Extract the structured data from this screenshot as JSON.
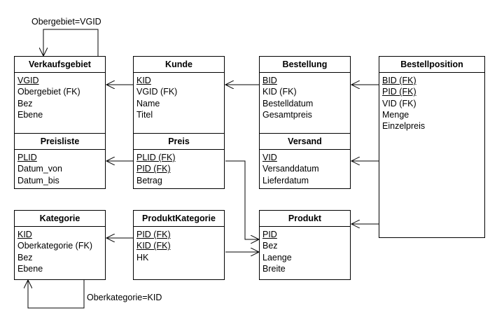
{
  "entities": [
    {
      "id": "verkaufsgebiet",
      "title": "Verkaufsgebiet",
      "attrs": [
        {
          "text": "VGID",
          "pk": true
        },
        {
          "text": "Obergebiet (FK)",
          "pk": false
        },
        {
          "text": "Bez",
          "pk": false
        },
        {
          "text": "Ebene",
          "pk": false
        }
      ]
    },
    {
      "id": "kunde",
      "title": "Kunde",
      "attrs": [
        {
          "text": "KID",
          "pk": true
        },
        {
          "text": "VGID (FK)",
          "pk": false
        },
        {
          "text": "Name",
          "pk": false
        },
        {
          "text": "Titel",
          "pk": false
        }
      ]
    },
    {
      "id": "bestellung",
      "title": "Bestellung",
      "attrs": [
        {
          "text": "BID",
          "pk": true
        },
        {
          "text": "KID (FK)",
          "pk": false
        },
        {
          "text": "Bestelldatum",
          "pk": false
        },
        {
          "text": "Gesamtpreis",
          "pk": false
        }
      ]
    },
    {
      "id": "bestellposition",
      "title": "Bestellposition",
      "attrs": [
        {
          "text": "BID (FK)",
          "pk": true
        },
        {
          "text": "PID (FK)",
          "pk": true
        },
        {
          "text": "VID (FK)",
          "pk": false
        },
        {
          "text": "Menge",
          "pk": false
        },
        {
          "text": "Einzelpreis",
          "pk": false
        }
      ]
    },
    {
      "id": "preisliste",
      "title": "Preisliste",
      "attrs": [
        {
          "text": "PLID",
          "pk": true
        },
        {
          "text": "Datum_von",
          "pk": false
        },
        {
          "text": "Datum_bis",
          "pk": false
        }
      ]
    },
    {
      "id": "preis",
      "title": "Preis",
      "attrs": [
        {
          "text": "PLID (FK)",
          "pk": true
        },
        {
          "text": "PID (FK)",
          "pk": true
        },
        {
          "text": "Betrag",
          "pk": false
        }
      ]
    },
    {
      "id": "versand",
      "title": "Versand",
      "attrs": [
        {
          "text": "VID",
          "pk": true
        },
        {
          "text": "Versanddatum",
          "pk": false
        },
        {
          "text": "Lieferdatum",
          "pk": false
        }
      ]
    },
    {
      "id": "kategorie",
      "title": "Kategorie",
      "attrs": [
        {
          "text": "KID",
          "pk": true
        },
        {
          "text": "Oberkategorie (FK)",
          "pk": false
        },
        {
          "text": "Bez",
          "pk": false
        },
        {
          "text": "Ebene",
          "pk": false
        }
      ]
    },
    {
      "id": "produktkategorie",
      "title": "ProduktKategorie",
      "attrs": [
        {
          "text": "PID (FK)",
          "pk": true
        },
        {
          "text": "KID (FK)",
          "pk": true
        },
        {
          "text": "HK",
          "pk": false
        }
      ]
    },
    {
      "id": "produkt",
      "title": "Produkt",
      "attrs": [
        {
          "text": "PID",
          "pk": true
        },
        {
          "text": "Bez",
          "pk": false
        },
        {
          "text": "Laenge",
          "pk": false
        },
        {
          "text": "Breite",
          "pk": false
        }
      ]
    }
  ],
  "labels": {
    "obergebiet": "Obergebiet=VGID",
    "oberkategorie": "Oberkategorie=KID"
  }
}
